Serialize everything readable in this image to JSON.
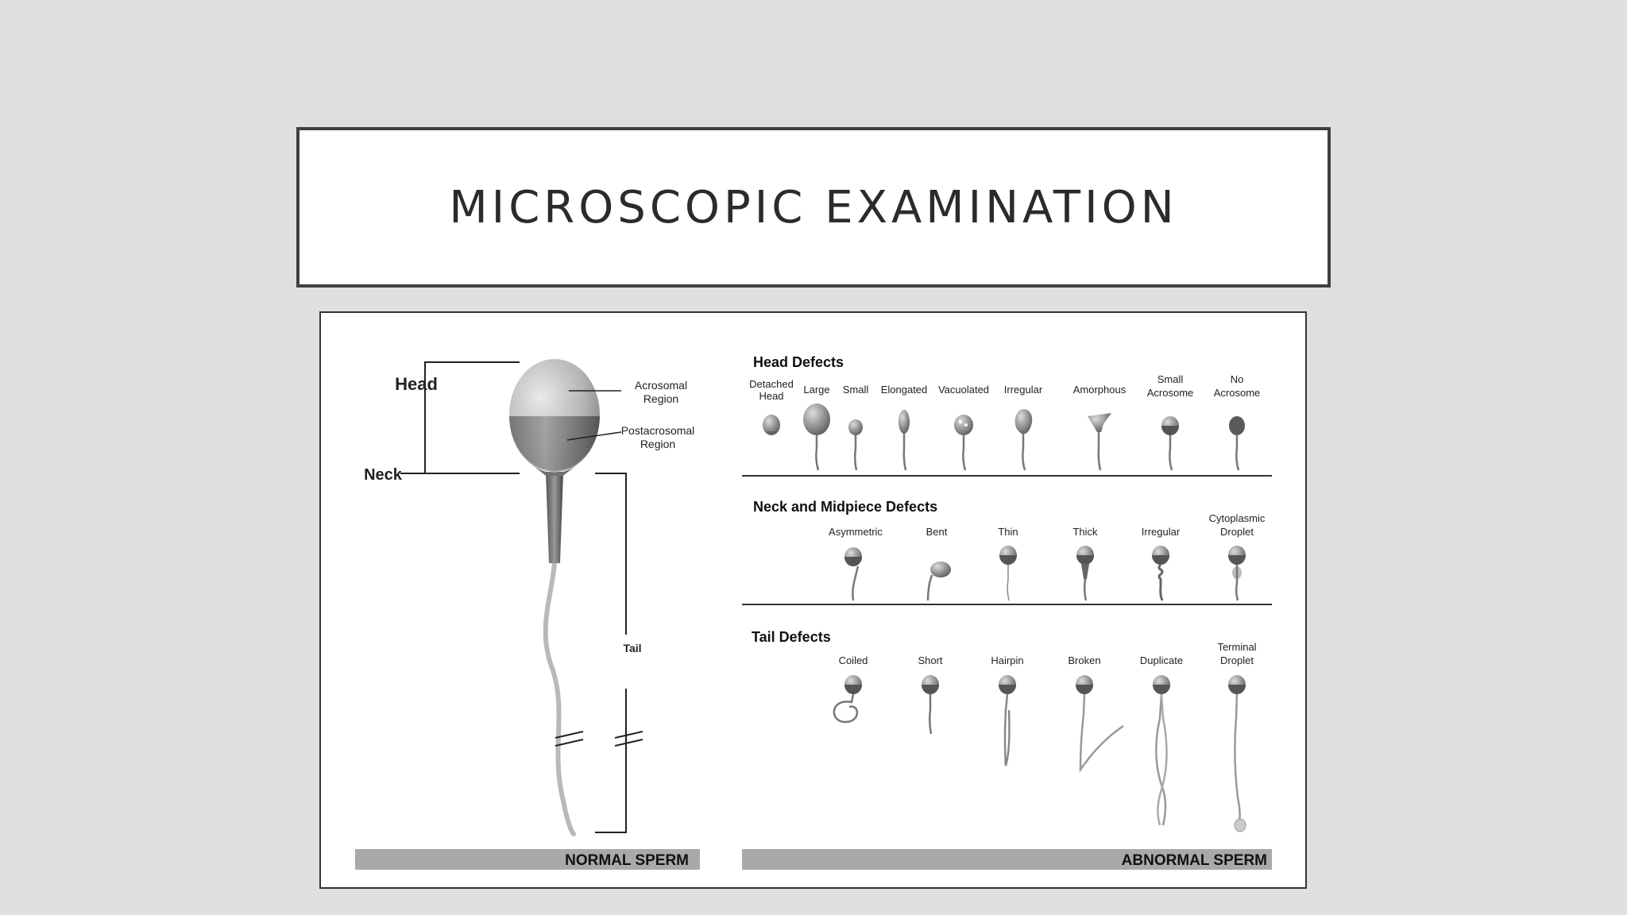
{
  "slide": {
    "title": "MICROSCOPIC EXAMINATION"
  },
  "normal": {
    "head": "Head",
    "neck": "Neck",
    "tail": "Tail",
    "acrosomal_1": "Acrosomal",
    "acrosomal_2": "Region",
    "postacrosomal_1": "Postacrosomal",
    "postacrosomal_2": "Region",
    "banner": "NORMAL SPERM"
  },
  "abnormal": {
    "banner": "ABNORMAL SPERM",
    "head_section": {
      "title": "Head Defects",
      "items": [
        {
          "l1": "Detached",
          "l2": "Head"
        },
        {
          "l1": "Large",
          "l2": ""
        },
        {
          "l1": "Small",
          "l2": ""
        },
        {
          "l1": "Elongated",
          "l2": ""
        },
        {
          "l1": "Vacuolated",
          "l2": ""
        },
        {
          "l1": "Irregular",
          "l2": ""
        },
        {
          "l1": "Amorphous",
          "l2": ""
        },
        {
          "l1": "Small",
          "l2": "Acrosome"
        },
        {
          "l1": "No",
          "l2": "Acrosome"
        }
      ]
    },
    "neck_section": {
      "title": "Neck and Midpiece Defects",
      "items": [
        {
          "l1": "Asymmetric",
          "l2": ""
        },
        {
          "l1": "Bent",
          "l2": ""
        },
        {
          "l1": "Thin",
          "l2": ""
        },
        {
          "l1": "Thick",
          "l2": ""
        },
        {
          "l1": "Irregular",
          "l2": ""
        },
        {
          "l1": "Cytoplasmic",
          "l2": "Droplet"
        }
      ]
    },
    "tail_section": {
      "title": "Tail Defects",
      "items": [
        {
          "l1": "Coiled",
          "l2": ""
        },
        {
          "l1": "Short",
          "l2": ""
        },
        {
          "l1": "Hairpin",
          "l2": ""
        },
        {
          "l1": "Broken",
          "l2": ""
        },
        {
          "l1": "Duplicate",
          "l2": ""
        },
        {
          "l1": "Terminal",
          "l2": "Droplet"
        }
      ]
    }
  }
}
